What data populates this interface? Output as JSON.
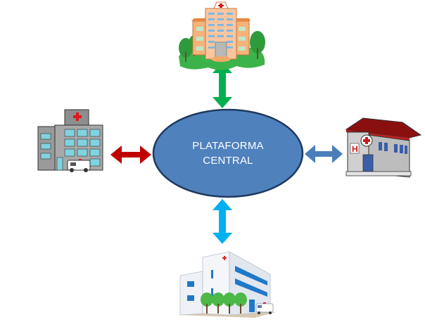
{
  "diagram": {
    "center": {
      "label_line1": "PLATAFORMA",
      "label_line2": "CENTRAL",
      "fill": "#4f81bd",
      "stroke": "#1f3a5f"
    },
    "nodes": [
      {
        "id": "top",
        "icon": "hospital-building-with-trees-icon",
        "arrow_color": "#00b050"
      },
      {
        "id": "left",
        "icon": "hospital-building-with-ambulance-icon",
        "arrow_color": "#c00000"
      },
      {
        "id": "right",
        "icon": "hospital-building-red-roof-icon",
        "arrow_color": "#4a7ebb"
      },
      {
        "id": "bottom",
        "icon": "clinic-building-with-ambulance-icon",
        "arrow_color": "#00b0f0"
      }
    ]
  }
}
